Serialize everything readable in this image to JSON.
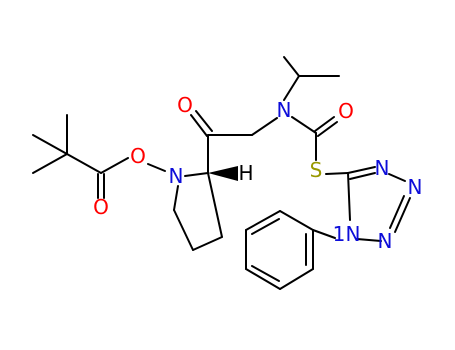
{
  "colors": {
    "background": "#ffffff",
    "bond": "#000000",
    "oxygen": "#ff0000",
    "nitrogen": "#0d0dd9",
    "sulfur": "#999900",
    "carbon_hydrogen": "#000000"
  },
  "atoms": {
    "ester_o_double": "O",
    "ester_o_single": "O",
    "pyrrolidine_n": "N",
    "stereo_h": "H",
    "ketone_o": "O",
    "amide_n": "N",
    "carbamoyl_o": "O",
    "sulfur": "S",
    "tetrazole_n3": "N",
    "tetrazole_n2": "N",
    "tetrazole_n1": "N",
    "tetrazole_n_phenyl": "N",
    "locant_1": "1"
  }
}
